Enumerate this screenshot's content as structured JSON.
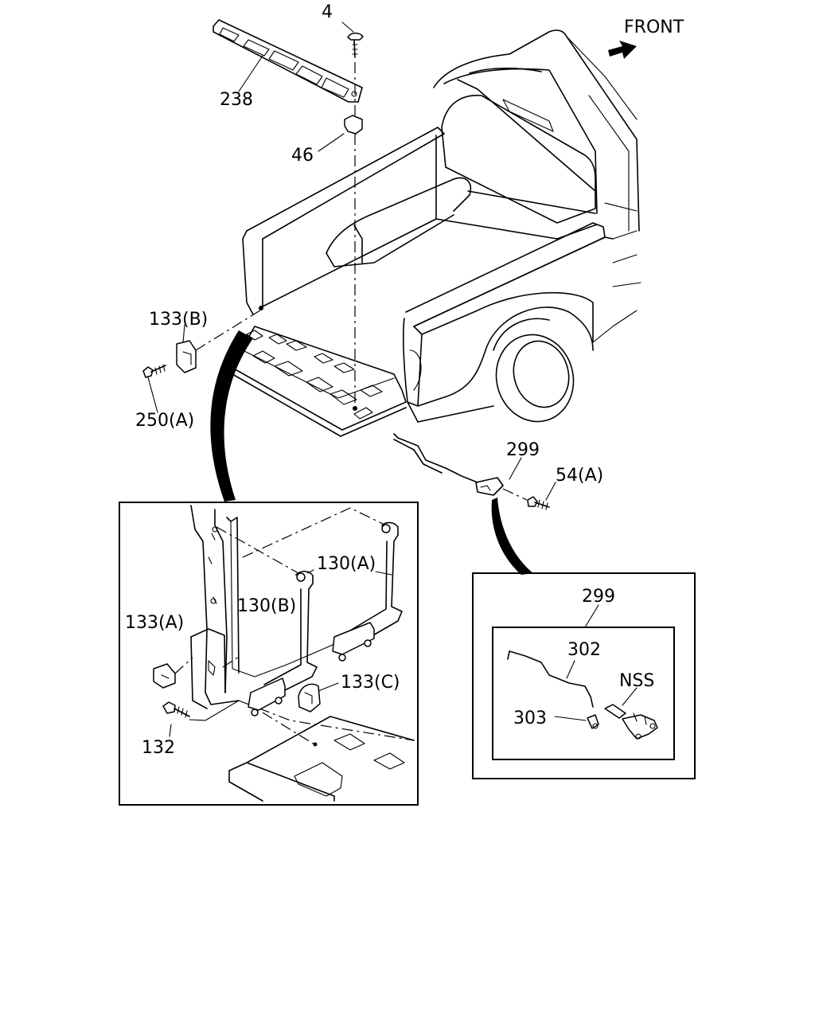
{
  "diagram": {
    "front_label": "FRONT",
    "callouts": {
      "p4": "4",
      "p238": "238",
      "p46": "46",
      "p133b": "133(B)",
      "p250a": "250(A)",
      "p299": "299",
      "p54a": "54(A)",
      "p130a": "130(A)",
      "p130b": "130(B)",
      "p133a": "133(A)",
      "p133c": "133(C)",
      "p132": "132",
      "p299_detail": "299",
      "p302": "302",
      "p303": "303",
      "nss": "NSS"
    }
  }
}
